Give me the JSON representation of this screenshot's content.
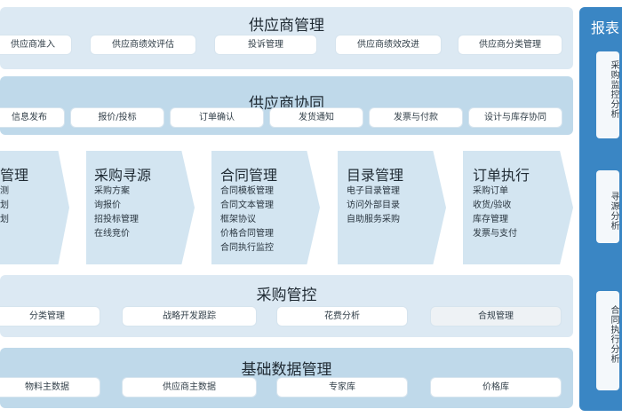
{
  "bands": {
    "supplier_mgmt": {
      "title": "供应商管理",
      "items": [
        "供应商准入",
        "供应商绩效评估",
        "投诉管理",
        "供应商绩效改进",
        "供应商分类管理"
      ]
    },
    "supplier_collab": {
      "title": "供应商协同",
      "items": [
        "信息发布",
        "报价/投标",
        "订单确认",
        "发货通知",
        "发票与付款",
        "设计与库存协同"
      ]
    },
    "procurement_control": {
      "title": "采购管控",
      "items": [
        "分类管理",
        "战略开发跟踪",
        "花费分析",
        "合规管理"
      ]
    },
    "master_data": {
      "title": "基础数据管理",
      "items": [
        "物料主数据",
        "供应商主数据",
        "专家库",
        "价格库"
      ]
    }
  },
  "process": [
    {
      "title": "管理",
      "items": [
        "测",
        "划",
        "划"
      ]
    },
    {
      "title": "采购寻源",
      "items": [
        "采购方案",
        "询报价",
        "招投标管理",
        "在线竞价"
      ]
    },
    {
      "title": "合同管理",
      "items": [
        "合同模板管理",
        "合同文本管理",
        "框架协议",
        "价格合同管理",
        "合同执行监控"
      ]
    },
    {
      "title": "目录管理",
      "items": [
        "电子目录管理",
        "访问外部目录",
        "自助服务采购"
      ]
    },
    {
      "title": "订单执行",
      "items": [
        "采购订单",
        "收货/验收",
        "库存管理",
        "发票与支付"
      ]
    }
  ],
  "side": {
    "title": "报表",
    "items": [
      "采购监控分析",
      "寻源分析",
      "合同执行分析"
    ]
  },
  "colors": {
    "band_light": "#dce9f3",
    "band_blue": "#bfd9ea",
    "arrow": "#d3e5f1",
    "side_panel": "#3a86c4"
  }
}
